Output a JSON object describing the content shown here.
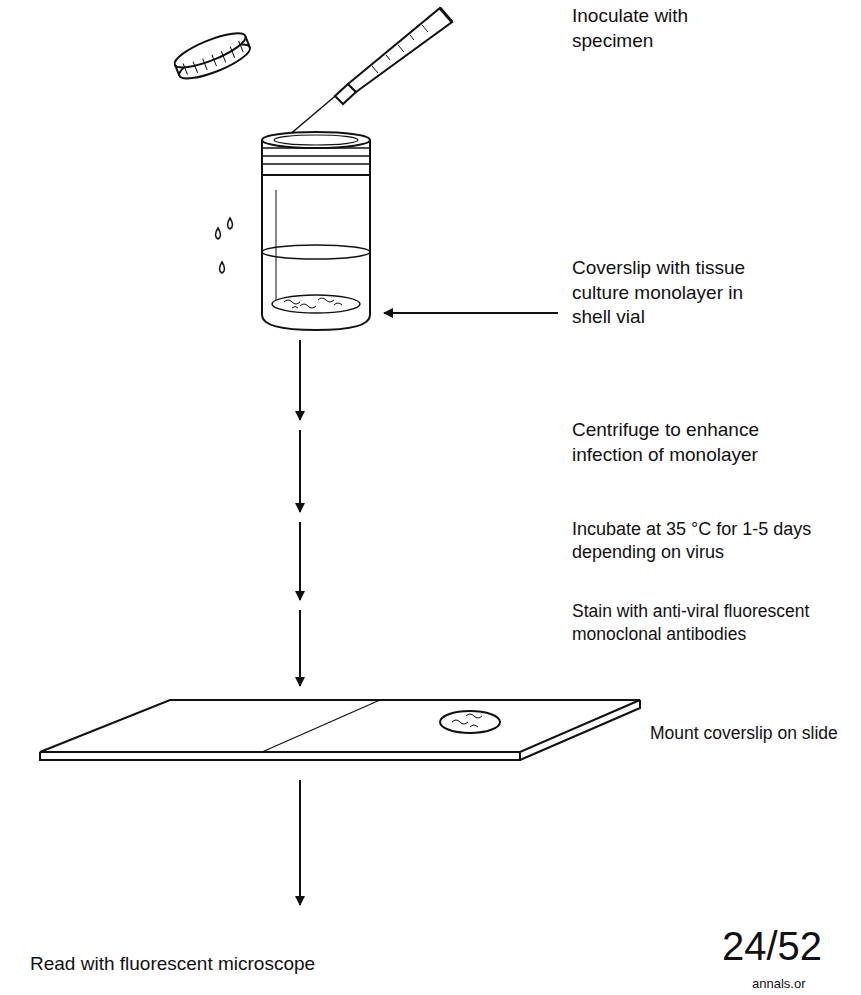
{
  "diagram": {
    "labels": [
      "Inoculate with specimen",
      "Coverslip with tissue culture monolayer in shell vial",
      "Centrifuge to enhance infection of monolayer",
      "Incubate at 35 °C for 1-5 days depending on virus",
      "Stain with anti-viral fluorescent monoclonal antibodies",
      "Mount coverslip on slide",
      "Read with fluorescent microscope",
      "24/52",
      "annals.or"
    ]
  }
}
